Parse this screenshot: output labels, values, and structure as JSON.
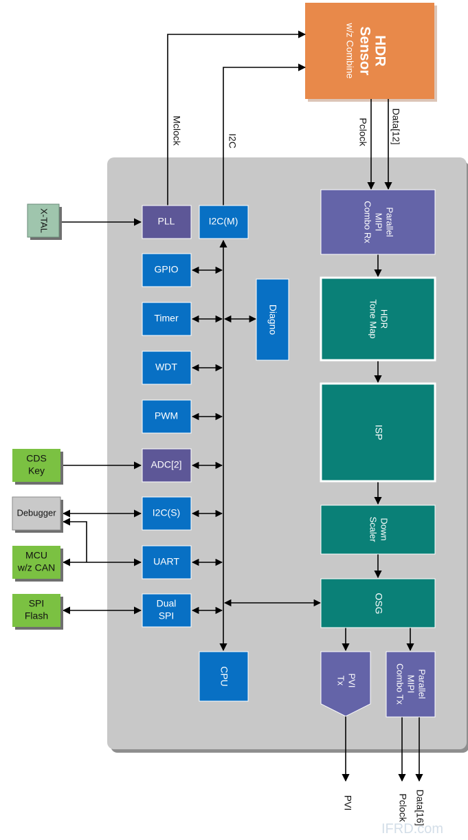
{
  "sensor": {
    "title_1": "HDR",
    "title_2": "Sensor",
    "subtitle": "w/z Combine"
  },
  "signals": {
    "mclock": "Mclock",
    "i2c": "I2C",
    "pclock_in": "Pclock",
    "data_in": "Data[12]",
    "pvi_out": "PVI",
    "pclock_out": "Pclock",
    "data_out": "Data[16]"
  },
  "external": {
    "xtal": "X-TAL",
    "cds_1": "CDS",
    "cds_2": "Key",
    "debugger": "Debugger",
    "mcu_1": "MCU",
    "mcu_2": "w/z CAN",
    "spi_1": "SPI",
    "spi_2": "Flash"
  },
  "peripherals": {
    "pll": "PLL",
    "i2c_m": "I2C(M)",
    "gpio": "GPIO",
    "timer": "Timer",
    "wdt": "WDT",
    "pwm": "PWM",
    "adc": "ADC[2]",
    "i2c_s": "I2C(S)",
    "uart": "UART",
    "dual_spi_1": "Dual",
    "dual_spi_2": "SPI",
    "diagno": "Diagno",
    "cpu": "CPU"
  },
  "pipeline": {
    "rx_1": "Parallel",
    "rx_2": "MIPI",
    "rx_3": "Combo Rx",
    "tonemap_1": "HDR",
    "tonemap_2": "Tone Map",
    "isp": "ISP",
    "scaler_1": "Down",
    "scaler_2": "Scaler",
    "osg": "OSG",
    "pvi_tx_1": "PVI",
    "pvi_tx_2": "Tx",
    "tx_1": "Parallel",
    "tx_2": "MIPI",
    "tx_3": "Combo Tx"
  },
  "colors": {
    "chip_bg": "#c8c8c8",
    "chip_shadow": "#8e8e8e",
    "sensor": "#e8894a",
    "peripheral_dark": "#5d5797",
    "peripheral_blue": "#0870c4",
    "pipeline_purple": "#6464a8",
    "pipeline_teal": "#0a8077",
    "external_green": "#7bc142",
    "external_gray": "#c9c9c9",
    "external_sage": "#9fc5ad"
  },
  "watermark": "IFRD.com"
}
